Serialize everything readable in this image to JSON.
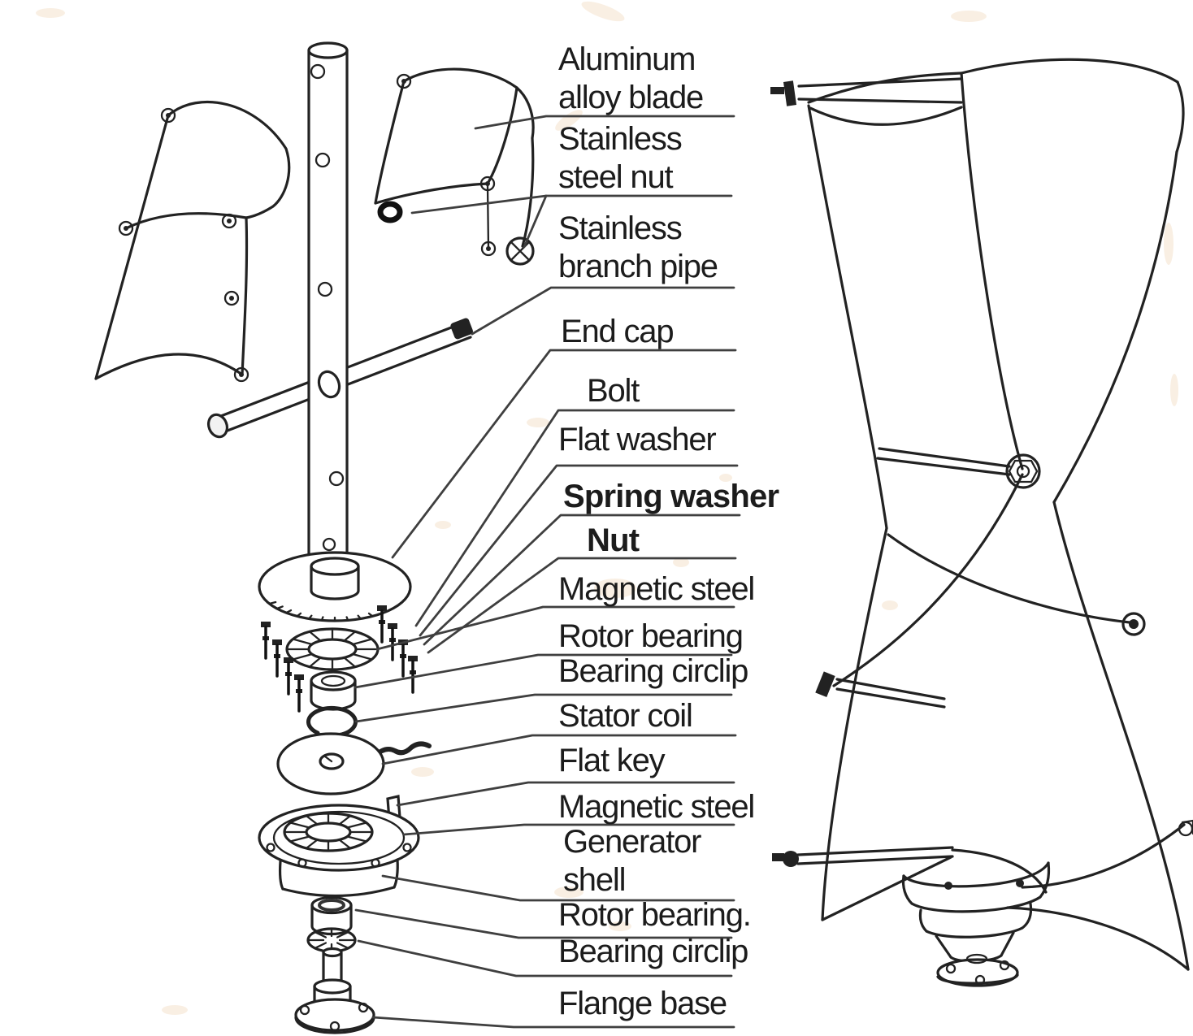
{
  "colors": {
    "background": "#ffffff",
    "line_art": "#222222",
    "leader_line": "#3f3f3f",
    "label_text": "#1c1c1c",
    "watermark_speckle": "#d99a4e"
  },
  "labels": [
    {
      "id": "aluminum-alloy-blade",
      "text": "Aluminum\nalloy blade",
      "bold": false
    },
    {
      "id": "stainless-steel-nut",
      "text": "Stainless\nsteel nut",
      "bold": false
    },
    {
      "id": "stainless-branch-pipe",
      "text": "Stainless\nbranch pipe",
      "bold": false
    },
    {
      "id": "end-cap",
      "text": "End cap",
      "bold": false
    },
    {
      "id": "bolt",
      "text": "Bolt",
      "bold": false
    },
    {
      "id": "flat-washer",
      "text": "Flat washer",
      "bold": false
    },
    {
      "id": "spring-washer",
      "text": "Spring washer",
      "bold": true
    },
    {
      "id": "nut",
      "text": "Nut",
      "bold": true
    },
    {
      "id": "magnetic-steel",
      "text": "Magnetic steel",
      "bold": false
    },
    {
      "id": "rotor-bearing",
      "text": "Rotor bearing",
      "bold": false
    },
    {
      "id": "bearing-circlip",
      "text": "Bearing circlip",
      "bold": false
    },
    {
      "id": "stator-coil",
      "text": "Stator coil",
      "bold": false
    },
    {
      "id": "flat-key",
      "text": "Flat key",
      "bold": false
    },
    {
      "id": "magnetic-steel-2",
      "text": "Magnetic steel",
      "bold": false
    },
    {
      "id": "generator-shell",
      "text": "Generator\nshell",
      "bold": false
    },
    {
      "id": "rotor-bearing-2",
      "text": "Rotor bearing.",
      "bold": false
    },
    {
      "id": "bearing-circlip-2",
      "text": "Bearing circlip",
      "bold": false
    },
    {
      "id": "flange-base",
      "text": "Flange base",
      "bold": false
    }
  ]
}
